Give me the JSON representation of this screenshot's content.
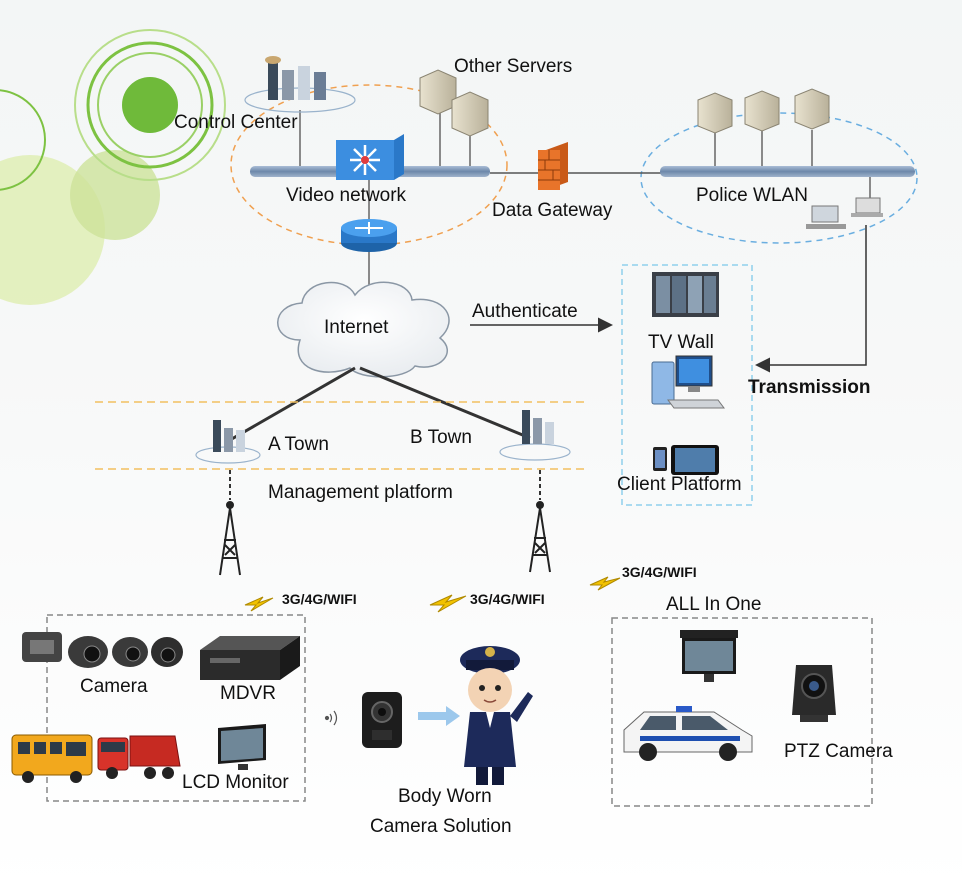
{
  "labels": {
    "other_servers": "Other Servers",
    "control_center": "Control Center",
    "video_network": "Video network",
    "data_gateway": "Data Gateway",
    "police_wlan": "Police WLAN",
    "internet": "Internet",
    "authenticate": "Authenticate",
    "tv_wall": "TV Wall",
    "transmission": "Transmission",
    "a_town": "A Town",
    "b_town": "B Town",
    "management_platform": "Management platform",
    "client_platform": "Client Platform",
    "wireless_left": "3G/4G/WIFI",
    "wireless_middle": "3G/4G/WIFI",
    "wireless_right": "3G/4G/WIFI",
    "all_in_one": "ALL In One",
    "camera": "Camera",
    "mdvr": "MDVR",
    "lcd_monitor": "LCD Monitor",
    "body_worn_line1": "Body Worn",
    "body_worn_line2": "Camera Solution",
    "ptz_camera": "PTZ Camera"
  },
  "colors": {
    "accent_green": "#7dc242",
    "lime_green": "#c9de5a",
    "network_bar": "#7f98b6",
    "orange_dash": "#f0a050",
    "blue_dash": "#6aaee0",
    "platform_border": "#8fd0ec",
    "dashed_gray": "#888888",
    "firewall": "#e8742a",
    "bolt": "#f2c200"
  },
  "icons": [
    "control-center-icon",
    "server-icon",
    "switch-icon",
    "router-icon",
    "firewall-icon",
    "cloud-icon",
    "tower-icon",
    "tv-wall-icon",
    "desktop-pc-icon",
    "tablet-icon",
    "laptop-icon",
    "camera-icon",
    "mdvr-icon",
    "lcd-monitor-icon",
    "bus-icon",
    "truck-icon",
    "body-camera-icon",
    "police-officer-icon",
    "police-car-icon",
    "ptz-camera-icon",
    "lightning-icon"
  ]
}
